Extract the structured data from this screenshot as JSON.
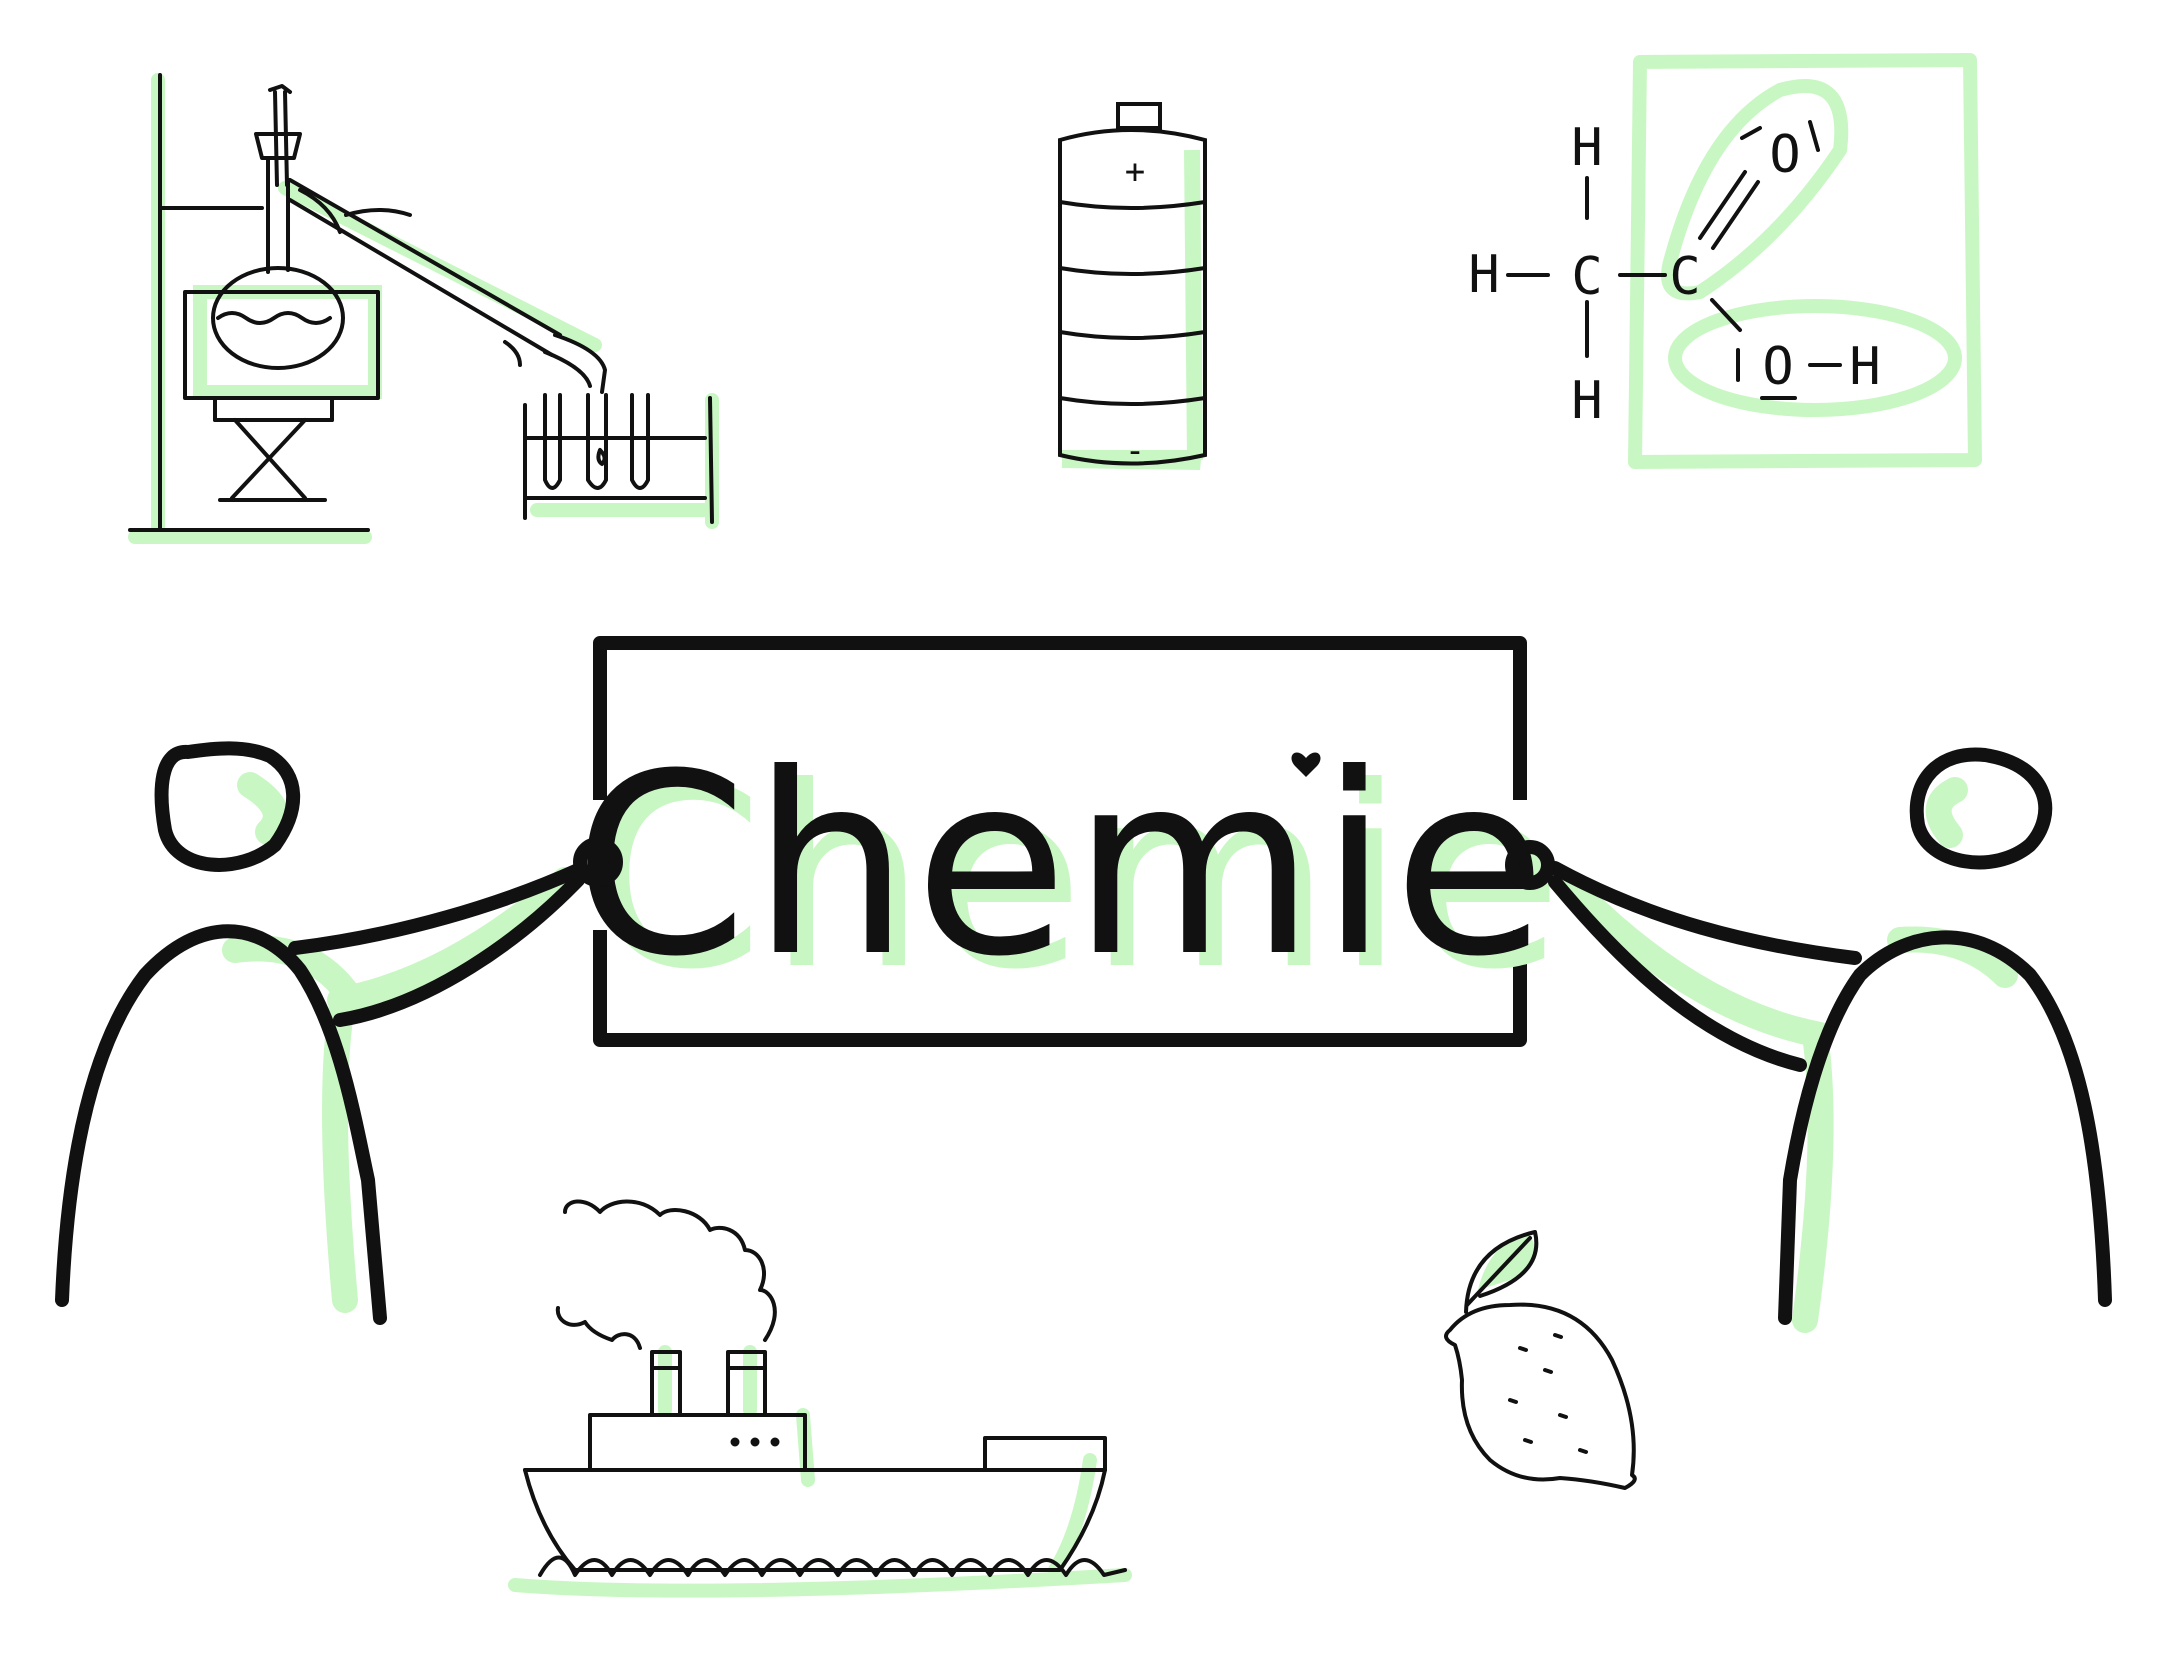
{
  "sign": {
    "title": "Chemie"
  },
  "molecule": {
    "atoms": {
      "h_top": "H",
      "h_left": "H",
      "h_bottom": "H",
      "c1": "C",
      "c2": "C",
      "o_top": "O",
      "o_bottom": "O",
      "h_right": "H"
    }
  },
  "battery": {
    "plus": "+",
    "minus": "-"
  },
  "colors": {
    "ink": "#111111",
    "highlight": "#c9f7c4"
  }
}
